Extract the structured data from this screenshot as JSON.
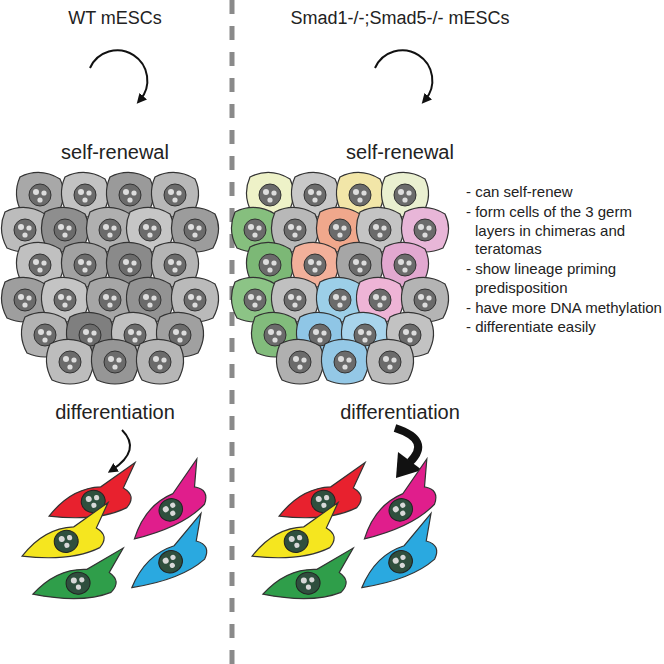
{
  "diagram": {
    "labels": [
      "WT mESCs",
      "Smad1-/-;Smad5-/- mESCs",
      "self-renewal",
      "self-renewal",
      "- can self-renew",
      "- form cells of the 3 germ layers in chimeras and teratomas",
      "- show lineage priming predisposition",
      "- have more DNA methylation",
      "- differentiate easily",
      "differentiation",
      "differentiation"
    ]
  }
}
